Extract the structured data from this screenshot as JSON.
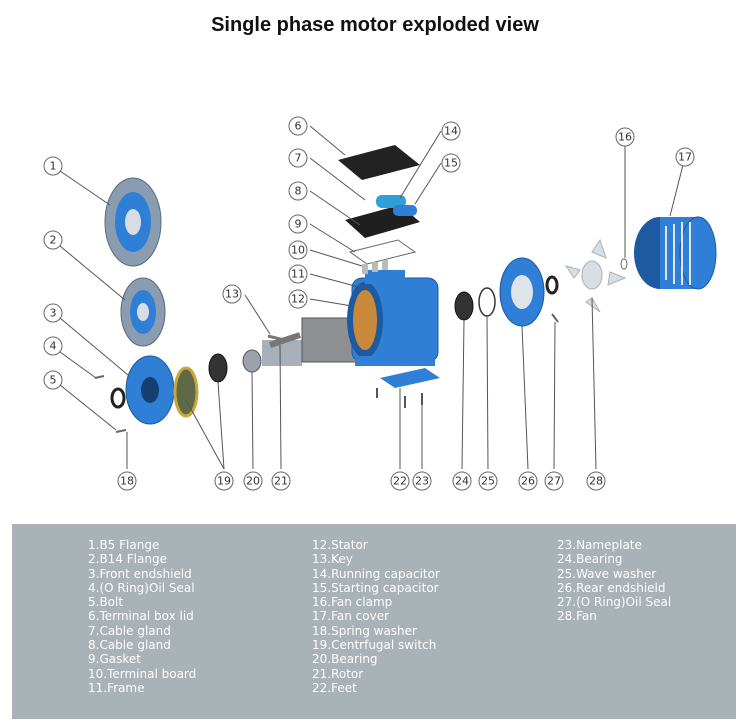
{
  "title": "Single phase motor exploded view",
  "colors": {
    "motor_blue": "#2f7fd6",
    "legend_bg": "#a9b2b6",
    "legend_text": "#ffffff"
  },
  "callouts": [
    "1",
    "2",
    "3",
    "4",
    "5",
    "6",
    "7",
    "8",
    "9",
    "10",
    "11",
    "12",
    "13",
    "14",
    "15",
    "16",
    "17",
    "18",
    "19",
    "20",
    "21",
    "22",
    "23",
    "24",
    "25",
    "26",
    "27",
    "28"
  ],
  "legend": {
    "col1": [
      "1.B5 Flange",
      "2.B14 Flange",
      "3.Front endshield",
      "4.(O Ring)Oil Seal",
      "5.Bolt",
      "6.Terminal box lid",
      "7.Cable gland",
      "8.Cable gland",
      "9.Gasket",
      "10.Terminal board",
      "11.Frame"
    ],
    "col2": [
      "12.Stator",
      "13.Key",
      "14.Running capacitor",
      "15.Starting capacitor",
      "16.Fan clamp",
      "17.Fan cover",
      "18.Spring washer",
      "19.Centrfugal switch",
      "20.Bearing",
      "21.Rotor",
      "22.Feet"
    ],
    "col3": [
      "23.Nameplate",
      "24.Bearing",
      "25.Wave washer",
      "26.Rear endshield",
      "27.(O Ring)Oil Seal",
      "28.Fan"
    ]
  }
}
